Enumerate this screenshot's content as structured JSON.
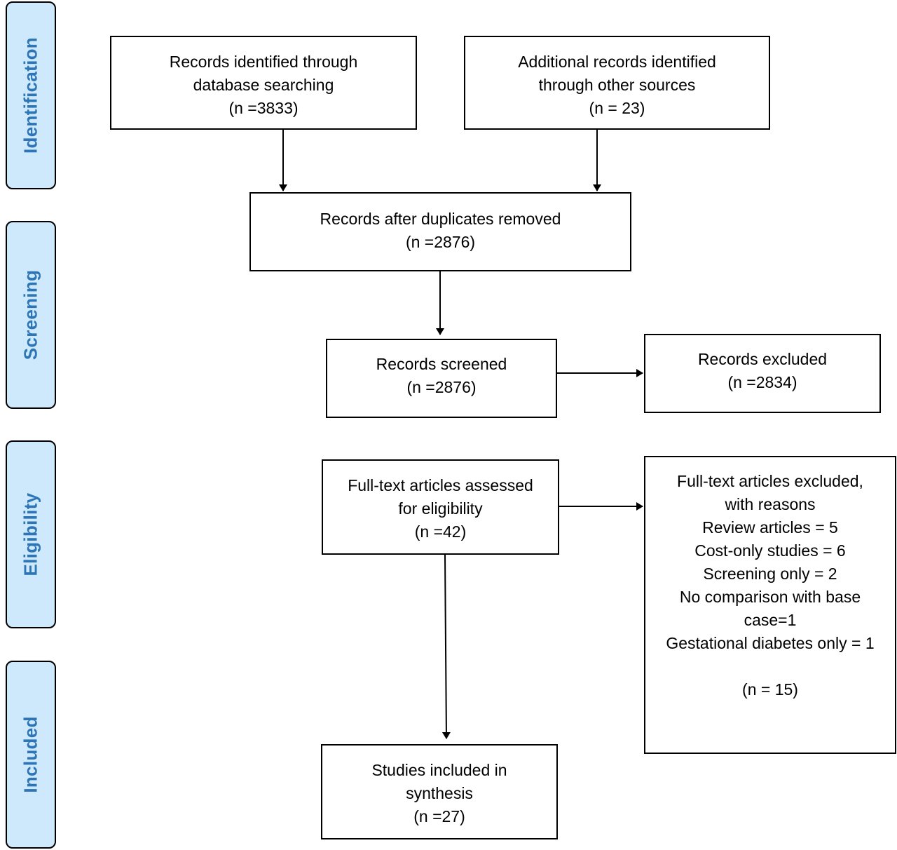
{
  "stages": {
    "identification": "Identification",
    "screening": "Screening",
    "eligibility": "Eligibility",
    "included": "Included"
  },
  "boxes": {
    "database_search": {
      "lines": [
        "Records identified through",
        "database searching",
        "(n =3833)"
      ]
    },
    "other_sources": {
      "lines": [
        "Additional records identified",
        "through other sources",
        "(n = 23)"
      ]
    },
    "duplicates_removed": {
      "lines": [
        "Records after duplicates removed",
        "(n =2876)"
      ]
    },
    "screened": {
      "lines": [
        "Records screened",
        "(n =2876)"
      ]
    },
    "excluded": {
      "lines": [
        "Records excluded",
        "(n =2834)"
      ]
    },
    "full_text_assessed": {
      "lines": [
        "Full-text articles assessed",
        "for eligibility",
        "(n =42)"
      ]
    },
    "full_text_excluded": {
      "lines": [
        "Full-text articles excluded,",
        "with reasons",
        "Review articles = 5",
        "Cost-only studies = 6",
        "Screening only = 2",
        "No comparison with base",
        "case=1",
        "Gestational diabetes only = 1"
      ],
      "count": "(n = 15)"
    },
    "included_synthesis": {
      "lines": [
        "Studies included in",
        "synthesis",
        "(n =27)"
      ]
    }
  },
  "colors": {
    "stage_fill": "#cde9fb",
    "stage_text": "#2e75b6",
    "border": "#000000"
  }
}
